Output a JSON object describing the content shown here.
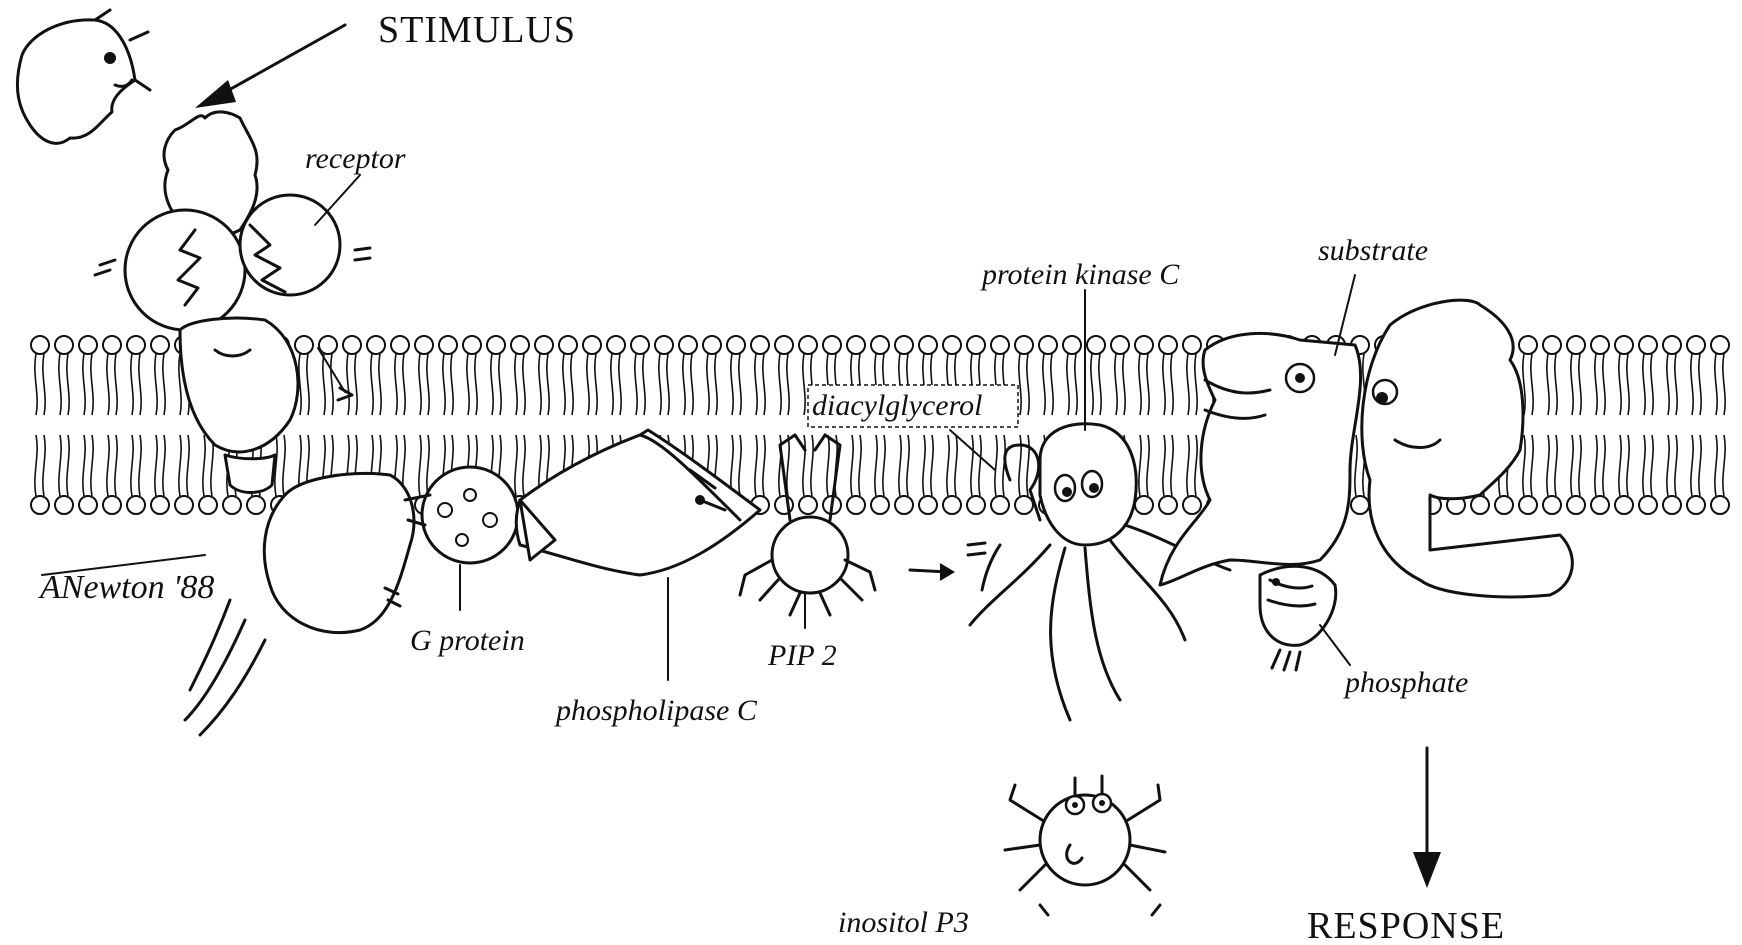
{
  "labels": {
    "stimulus": "STIMULUS",
    "response": "RESPONSE",
    "receptor": "receptor",
    "g_protein": "G protein",
    "phospholipase_c": "phospholipase C",
    "pip2": "PIP 2",
    "diacylglycerol": "diacylglycerol",
    "protein_kinase_c": "protein kinase C",
    "substrate": "substrate",
    "phosphate": "phosphate",
    "inositol_p3": "inositol P3"
  },
  "signature": "ANewton '88"
}
